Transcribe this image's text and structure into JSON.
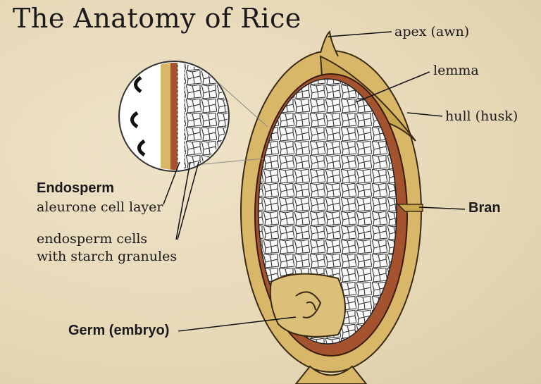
{
  "title": "The Anatomy of Rice",
  "labels": {
    "apex": "apex (awn)",
    "lemma": "lemma",
    "hull": "hull (husk)",
    "bran": "Bran",
    "endosperm_title": "Endosperm",
    "aleurone": "aleurone cell layer",
    "cells_line1": "endosperm cells",
    "cells_line2": "with starch granules",
    "germ": "Germ (embryo)"
  },
  "colors": {
    "hull": "#d8b868",
    "bran": "#a4532e",
    "endosperm": "#f4f4f2",
    "background": "#e8dabb"
  }
}
